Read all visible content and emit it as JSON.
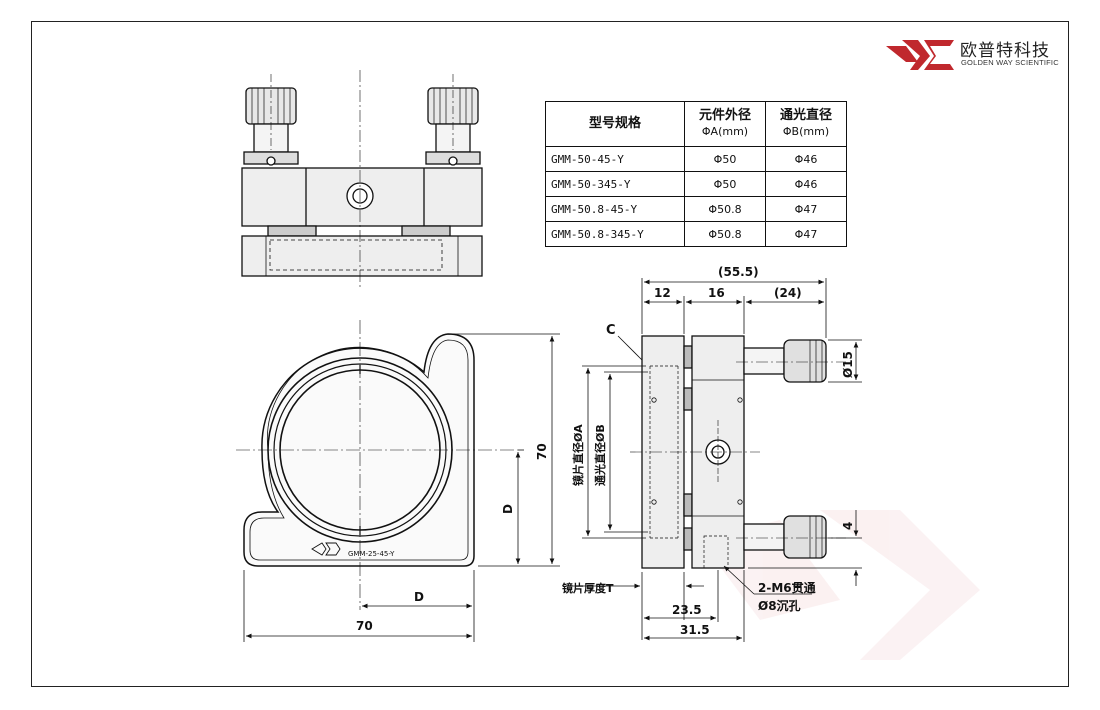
{
  "brand": {
    "name_cn": "欧普特科技",
    "name_en": "GOLDEN WAY SCIENTIFIC",
    "logo_color": "#c0282d"
  },
  "spec_table": {
    "headers": [
      {
        "main": "型号规格",
        "sub": ""
      },
      {
        "main": "元件外径",
        "sub": "ΦA(mm)"
      },
      {
        "main": "通光直径",
        "sub": "ΦB(mm)"
      }
    ],
    "rows": [
      {
        "model": "GMM-50-45-Y",
        "outer": "Φ50",
        "clear": "Φ46"
      },
      {
        "model": "GMM-50-345-Y",
        "outer": "Φ50",
        "clear": "Φ46"
      },
      {
        "model": "GMM-50.8-45-Y",
        "outer": "Φ50.8",
        "clear": "Φ47"
      },
      {
        "model": "GMM-50.8-345-Y",
        "outer": "Φ50.8",
        "clear": "Φ47"
      }
    ]
  },
  "front_view": {
    "engraving": "GMM-25-45-Y",
    "dim_width": "70",
    "dim_height": "70",
    "dim_d_horizontal": "D",
    "dim_d_vertical": "D"
  },
  "side_view": {
    "dim_total": "(55.5)",
    "dim_seg1": "12",
    "dim_seg2": "16",
    "dim_seg3": "(24)",
    "dim_knob": "Ø15",
    "dim_small": "4",
    "chamfer_label": "C",
    "label_outer_dia": "镜片直径ØA",
    "label_clear_dia": "通光直径ØB",
    "label_thickness": "镜片厚度T",
    "dim_23_5": "23.5",
    "dim_31_5": "31.5",
    "hole_note_1": "2-M6贯通",
    "hole_note_2": "Ø8沉孔"
  }
}
